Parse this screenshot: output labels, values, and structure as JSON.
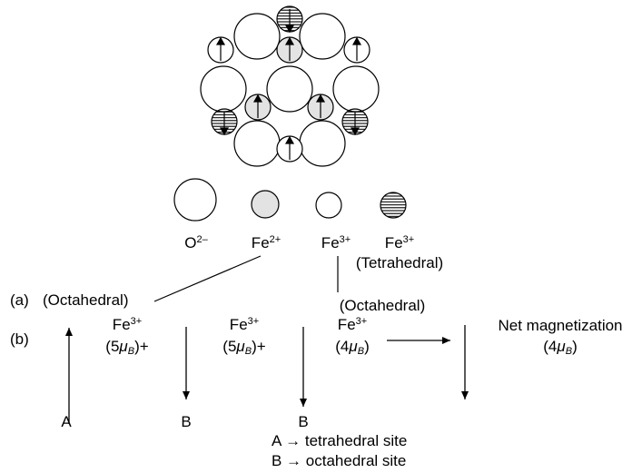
{
  "legend": {
    "o2": {
      "ion": "O",
      "charge": "2–"
    },
    "fe2": {
      "ion": "Fe",
      "charge": "2+"
    },
    "fe3": {
      "ion": "Fe",
      "charge": "3+"
    },
    "fe3_tet": {
      "ion": "Fe",
      "charge": "3+",
      "note": "(Tetrahedral)"
    }
  },
  "labels": {
    "a_tag": "(a)",
    "octahedral_left": "(Octahedral)",
    "octahedral_right": "(Octahedral)",
    "b_tag": "(b)"
  },
  "moments": [
    {
      "ion": "Fe",
      "charge": "3+",
      "open": "(5",
      "close": ")+"
    },
    {
      "ion": "Fe",
      "charge": "3+",
      "open": "(5",
      "close": ")+"
    },
    {
      "ion": "Fe",
      "charge": "3+",
      "open": "(4",
      "close": ")"
    }
  ],
  "mu": "μ",
  "mu_sub": "B",
  "net": {
    "title": "Net magnetization",
    "open": "(4",
    "close": ")"
  },
  "sites": {
    "a1": "A",
    "b1": "B",
    "b2": "B"
  },
  "key": {
    "a_line": "A → tetrahedral site",
    "b_line": "B → octahedral site"
  },
  "colors": {
    "fe2_fill": "#e3e3e3",
    "stroke": "#000000",
    "background": "#ffffff"
  }
}
